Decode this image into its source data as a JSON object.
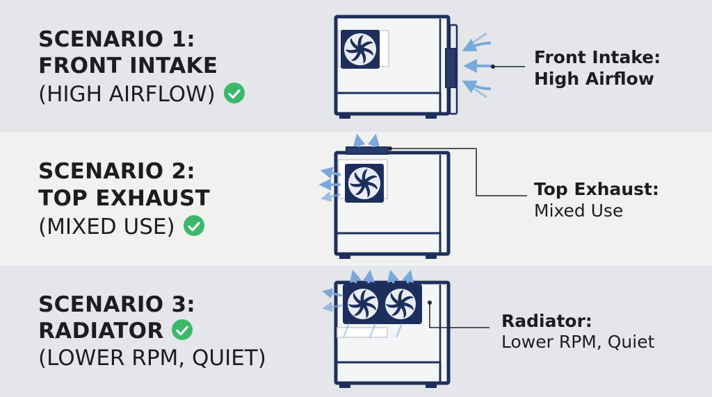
{
  "colors": {
    "check": "#3cb86a",
    "case_stroke": "#1e2e5c",
    "airflow": "#7aa8db",
    "text": "#1b1d21"
  },
  "scenarios": [
    {
      "title_line1": "SCENARIO 1:",
      "title_line2": "FRONT INTAKE",
      "subtitle": "(HIGH AIRFLOW)",
      "label_title": "Front Intake:",
      "label_desc": "High Airflow",
      "icon": "check-circle-icon"
    },
    {
      "title_line1": "SCENARIO 2:",
      "title_line2": "TOP EXHAUST",
      "subtitle": "(MIXED USE)",
      "label_title": "Top Exhaust:",
      "label_desc": "Mixed Use",
      "icon": "check-circle-icon"
    },
    {
      "title_line1": "SCENARIO 3:",
      "title_line2": "RADIATOR",
      "subtitle": "(LOWER RPM, QUIET)",
      "label_title": "Radiator:",
      "label_desc": "Lower RPM, Quiet",
      "icon": "check-circle-icon"
    }
  ]
}
